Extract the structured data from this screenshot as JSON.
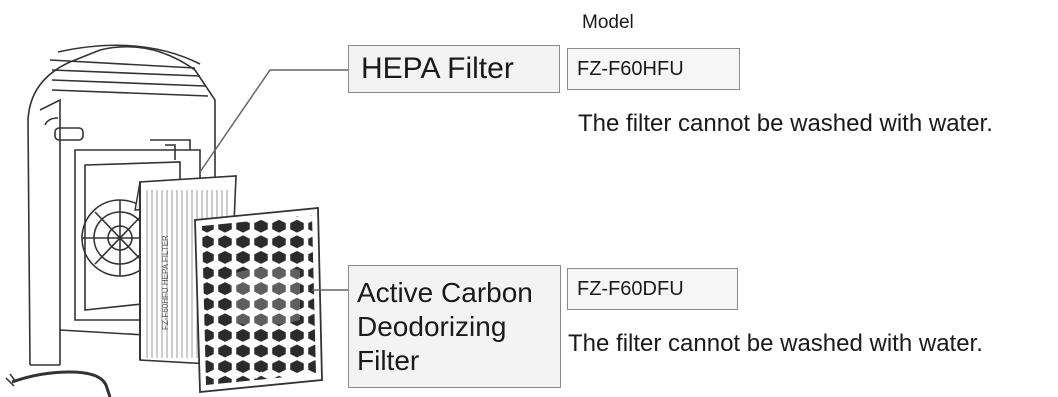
{
  "callouts": {
    "model_label": "Model",
    "hepa": {
      "name": "HEPA Filter",
      "model": "FZ-F60HFU",
      "note": "The filter cannot be washed with water."
    },
    "carbon": {
      "name_lines": [
        "Active Carbon",
        "Deodorizing",
        "Filter"
      ],
      "model": "FZ-F60DFU",
      "note": "The filter cannot be washed with water."
    }
  },
  "colors": {
    "box_fill": "#f3f3f3",
    "box_border": "#8a8a8a",
    "line": "#555555"
  }
}
